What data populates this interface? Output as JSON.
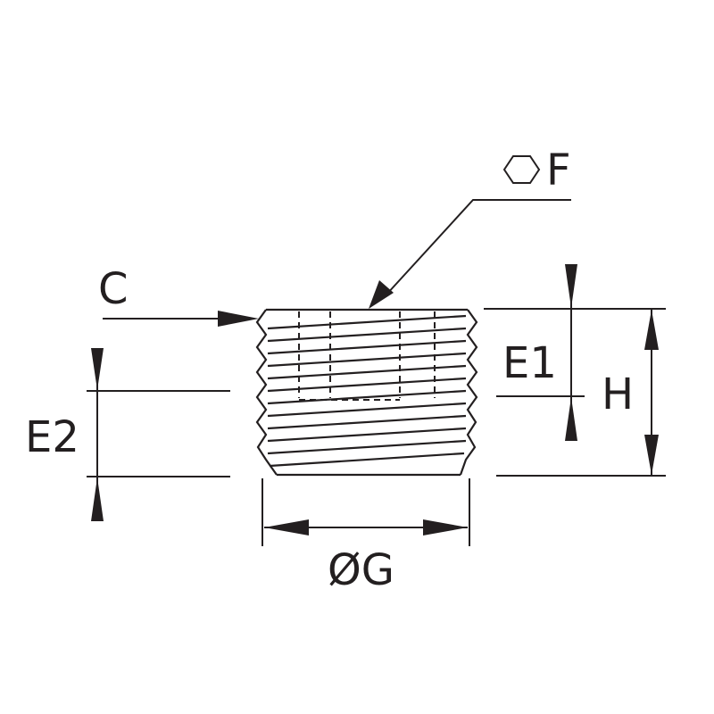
{
  "labels": {
    "hex": "F",
    "chamfer": "C",
    "e1": "E1",
    "e2": "E2",
    "height": "H",
    "diameter": "ØG"
  },
  "icons": {
    "hex": "hexagon-icon"
  },
  "colors": {
    "ink": "#231f20",
    "background": "#ffffff"
  }
}
